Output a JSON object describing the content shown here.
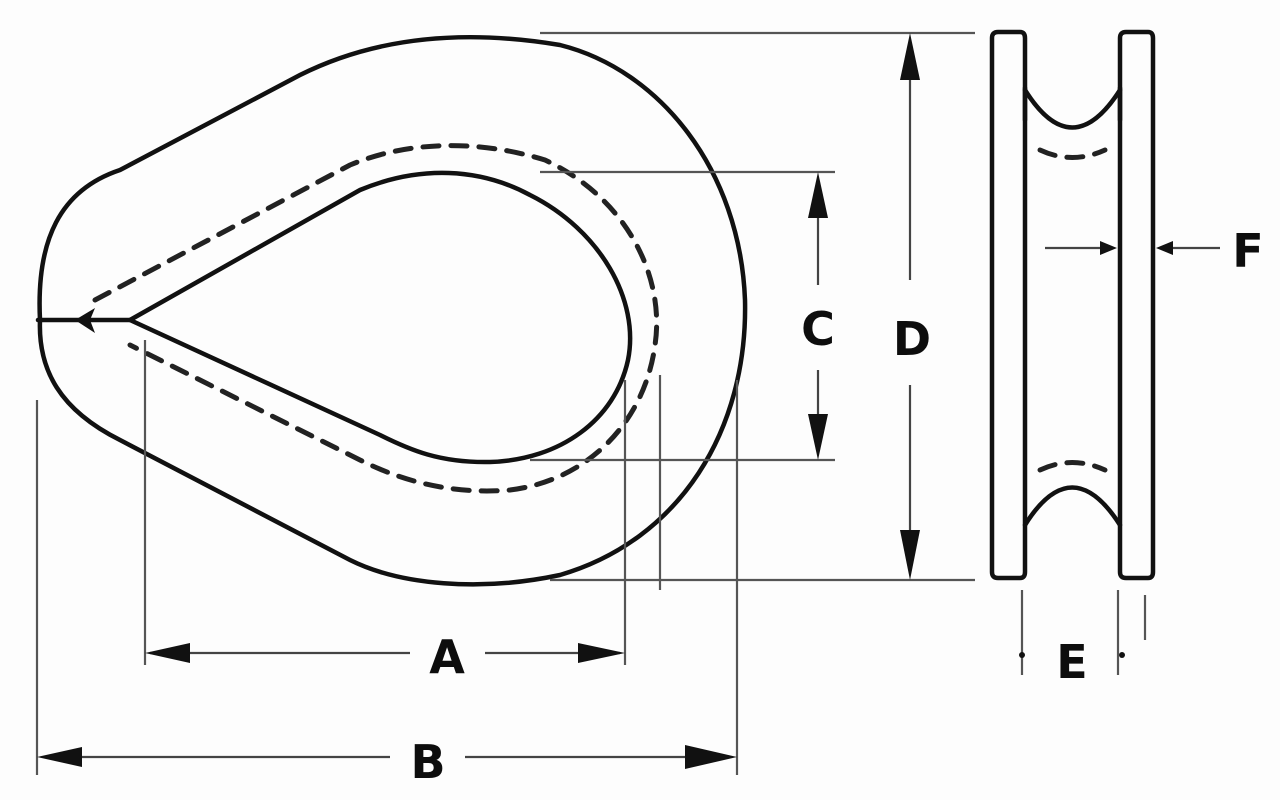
{
  "diagram": {
    "subject": "Wire rope thimble dimension drawing",
    "views": [
      "front view",
      "side view"
    ],
    "dimension_labels": {
      "a": "A",
      "b": "B",
      "c": "C",
      "d": "D",
      "e": "E",
      "f": "F"
    },
    "colors": {
      "line": "#111111",
      "background": "#fdfdfd"
    }
  }
}
